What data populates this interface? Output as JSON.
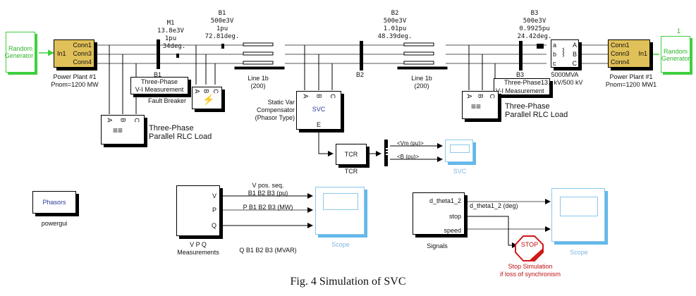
{
  "caption": "Fig. 4 Simulation of SVC",
  "colors": {
    "power_plant_fill": "#e0c058",
    "generator": "#3fcf3f",
    "scope": "#62b8ea",
    "stop": "#d01818",
    "svc_text": "#2a3a9a"
  },
  "left_generator": {
    "line1": "Random",
    "line2": "Generator"
  },
  "right_generator": {
    "line1": "Random",
    "line2": "Generator",
    "index": "1"
  },
  "left_plant": {
    "ports": [
      "Conn1",
      "Conn3",
      "Conn4"
    ],
    "input": "In1",
    "label1": "Power Plant #1",
    "label2": "Pnom=1200 MW"
  },
  "right_plant": {
    "ports": [
      "Conn1",
      "Conn3",
      "Conn4"
    ],
    "input": "In1",
    "label1": "Power Plant #1",
    "label2": "Pnom=1200 MW1"
  },
  "buses": {
    "m1": {
      "name": "M1",
      "voltage": "13.8e3V",
      "pu": "1pu",
      "angle": "34deg.",
      "bar_label": "B1"
    },
    "b1": {
      "name": "B1",
      "voltage": "500e3V",
      "pu": "1pu",
      "angle": "72.81deg."
    },
    "b2": {
      "name": "B2",
      "voltage": "500e3V",
      "pu": "1.01pu",
      "angle": "48.39deg.",
      "bar_label": "B2"
    },
    "b3": {
      "name": "B3",
      "voltage": "500e3V",
      "pu": "0.9925pu",
      "angle": "24.42deg.",
      "bar_label": "B3"
    }
  },
  "vi_measurement_left": {
    "line1": "Three-Phase",
    "line2": "V-I Measurement"
  },
  "vi_measurement_right": {
    "line1": "Three-Phase13.",
    "line2": "V-I Measurement"
  },
  "fault_breaker": {
    "label": "Fault Breaker",
    "ports": [
      "A",
      "B",
      "C"
    ]
  },
  "load_left": {
    "line1": "Three-Phase",
    "line2": "Parallel RLC Load",
    "ports": [
      "A",
      "B",
      "C"
    ]
  },
  "load_right": {
    "line1": "Three-Phase",
    "line2": "Parallel RLC Load",
    "ports": [
      "A",
      "B",
      "C"
    ]
  },
  "line_left": {
    "name": "Line 1b",
    "length": "(200)"
  },
  "line_right": {
    "name": "Line 1b",
    "length": "(200)"
  },
  "transformer": {
    "rating": "5000MVA",
    "voltages": "kV/500 kV",
    "primary_ports": [
      "a",
      "b",
      "c"
    ],
    "secondary_ports": [
      "A",
      "B",
      "C"
    ]
  },
  "svc": {
    "title": "SVC",
    "label1": "Static Var",
    "label2": "Compensator",
    "label3": "(Phasor Type)",
    "ports": [
      "A",
      "B",
      "C"
    ],
    "output": "E"
  },
  "tcr": {
    "title": "TCR",
    "label": "TCR"
  },
  "svc_signals": {
    "vm": "<Vm (pu)>",
    "b": "<B (pu)>"
  },
  "svc_scope": {
    "label": "SVC"
  },
  "powergui": {
    "title": "Phasors",
    "label": "powergui"
  },
  "vpq": {
    "ports": [
      "V",
      "P",
      "Q"
    ],
    "label1": "V P Q",
    "label2": "Measurements",
    "signal_v1": "V pos. seq.",
    "signal_v2": "B1 B2 B3 (pu)",
    "signal_p": "P B1 B2 B3 (MW)",
    "signal_q": "Q B1 B2 B3 (MVAR)"
  },
  "scope_vpq": {
    "label": "Scope"
  },
  "signals": {
    "ports": [
      "d_theta1_2",
      "stop",
      "speed"
    ],
    "label": "Signals",
    "signal_theta": "d_theta1_2 (deg)"
  },
  "stop_block": {
    "text": "STOP",
    "label1": "Stop Simulation",
    "label2": "if loss of synchronism"
  },
  "scope_signals": {
    "label": "Scope"
  }
}
